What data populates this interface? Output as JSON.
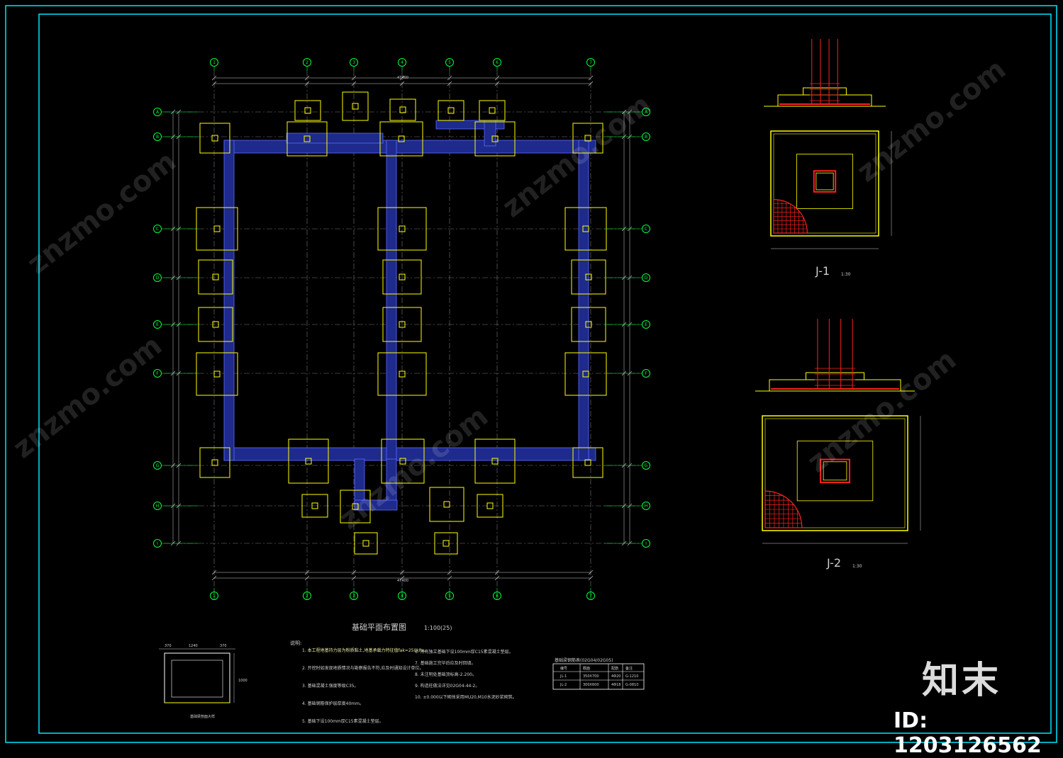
{
  "colors": {
    "frame": "#00e5ff",
    "axis_bubble": "#00ff3c",
    "footing": "#ffff00",
    "beam_fill": "#1e2a8c",
    "beam_edge": "#5a6cff",
    "rebar": "#ff2020",
    "dim": "#cfcfcf",
    "pier": "#ffff00"
  },
  "plan": {
    "title": "基础平面布置图",
    "scale": "1:100(25)",
    "col_axes": [
      "1",
      "2",
      "3",
      "4",
      "5",
      "6",
      "7"
    ],
    "row_axes": [
      "A",
      "B",
      "C",
      "D",
      "E",
      "F",
      "G",
      "H",
      "I"
    ],
    "overall_dim": "47400"
  },
  "details": [
    {
      "label": "J-1",
      "scale": "1:30"
    },
    {
      "label": "J-2",
      "scale": "1:30"
    }
  ],
  "notes": {
    "heading": "说明:",
    "lines": [
      "1. 本工程地基持力层为粉质黏土,地基承载力特征值fak=250kPa。",
      "2. 开挖时如发现地质情况与勘察报告不符,应及时通知设计单位。",
      "3. 基础混凝土强度等级C35。",
      "4. 基础钢筋保护层厚度40mm。",
      "5. 基础下设100mm厚C15素混凝土垫层。",
      "6. 所有独立基础下设100mm厚C15素混凝土垫层。",
      "7. 基础施工完毕后应及时回填。",
      "8. 未注明处基础顶标高-2.200。",
      "9. 构造柱做法详见02G04-44-2。",
      "10. ±0.000以下砌体采用MU20,M10水泥砂浆砌筑。"
    ]
  },
  "table": {
    "title": "基础梁钢筋表(02G04/02G05)",
    "header": [
      "编号",
      "截面",
      "配筋",
      "备注"
    ],
    "rows": [
      [
        "JL-1",
        "350X700",
        "4Φ20",
        "G-1210"
      ],
      [
        "JL-2",
        "300X600",
        "4Φ18",
        "G-0810"
      ]
    ]
  },
  "section": {
    "title": "基础梁剖面大样",
    "dims": [
      "370",
      "1240",
      "370",
      "1000"
    ]
  },
  "branding": {
    "logo": "知末",
    "id": "ID: 1203126562",
    "watermark": "znzmo.com"
  }
}
